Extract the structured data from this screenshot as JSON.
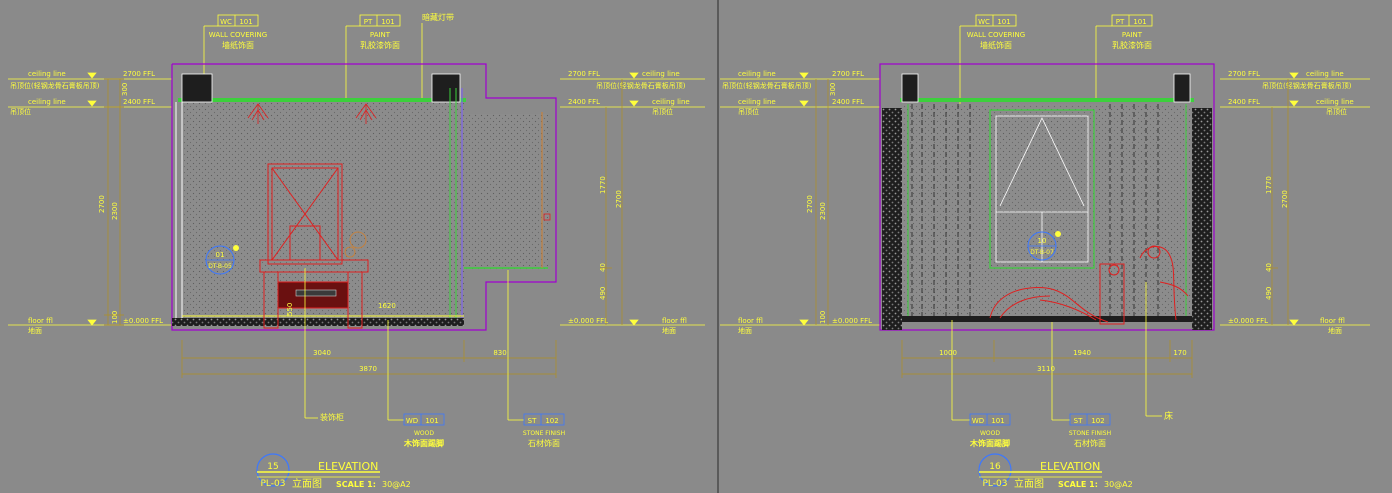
{
  "colors": {
    "background": "#8a8a8a",
    "annotation": "#ffff3c",
    "wall": "#ffffff",
    "outline": "#a000d0",
    "green": "#3cd03c",
    "red": "#e02020",
    "dimension": "#b09020",
    "callout_blue": "#3c78ff"
  },
  "left": {
    "tag_wc_code": "WC",
    "tag_wc_num": "101",
    "wc_en": "WALL COVERING",
    "wc_cn": "墙纸饰面",
    "tag_pt_code": "PT",
    "tag_pt_num": "101",
    "pt_en": "PAINT",
    "pt_cn": "乳胶漆饰面",
    "light_strip": "暗藏灯带",
    "ceiling_line_1": "ceiling line",
    "ceiling_cn_1": "吊顶位(轻钢龙骨石膏板吊顶)",
    "ceiling_line_2": "ceiling line",
    "ceiling_cn_2": "吊顶位",
    "floor_line": "floor ffl",
    "floor_cn": "地面",
    "lvl_2700": "2700 FFL",
    "lvl_2400": "2400 FFL",
    "lvl_000": "±0.000 FFL",
    "dim_300": "300",
    "dim_2700": "2700",
    "dim_2300": "2300",
    "dim_100": "100",
    "dim_1770": "1770",
    "dim_2700_r": "2700",
    "dim_40": "40",
    "dim_490": "490",
    "dim_3040": "3040",
    "dim_830": "830",
    "dim_3870": "3870",
    "dim_1620": "1620",
    "dim_550": "550",
    "callout_num": "01",
    "callout_ref": "DT-B-05",
    "label_cabinet": "装饰柜",
    "tag_wd_code": "WD",
    "tag_wd_num": "101",
    "wd_en": "WOOD",
    "wd_cn": "木饰面踢脚",
    "tag_st_code": "ST",
    "tag_st_num": "102",
    "st_en": "STONE FINISH",
    "st_cn": "石材饰面",
    "title_num": "15",
    "title_sheet": "PL-03",
    "title_en": "ELEVATION",
    "title_cn": "立面图",
    "scale_label": "SCALE 1:",
    "scale_value": "30@A2"
  },
  "right": {
    "tag_wc_code": "WC",
    "tag_wc_num": "101",
    "wc_en": "WALL COVERING",
    "wc_cn": "墙纸饰面",
    "tag_pt_code": "PT",
    "tag_pt_num": "101",
    "pt_en": "PAINT",
    "pt_cn": "乳胶漆饰面",
    "ceiling_line_1": "ceiling line",
    "ceiling_cn_1": "吊顶位(轻钢龙骨石膏板吊顶)",
    "ceiling_line_2": "ceiling line",
    "ceiling_cn_2": "吊顶位",
    "floor_line": "floor ffl",
    "floor_cn": "地面",
    "lvl_2700": "2700 FFL",
    "lvl_2400": "2400 FFL",
    "lvl_000": "±0.000 FFL",
    "dim_300": "300",
    "dim_2700": "2700",
    "dim_2300": "2300",
    "dim_100": "100",
    "dim_1770": "1770",
    "dim_2700_r": "2700",
    "dim_40": "40",
    "dim_490": "490",
    "dim_1000": "1000",
    "dim_1940": "1940",
    "dim_170": "170",
    "dim_3110": "3110",
    "callout_num": "10",
    "callout_ref": "DT-B-07",
    "tag_wd_code": "WD",
    "tag_wd_num": "101",
    "wd_en": "WOOD",
    "wd_cn": "木饰面踢脚",
    "tag_st_code": "ST",
    "tag_st_num": "102",
    "st_en": "STONE FINISH",
    "st_cn": "石材饰面",
    "label_bed": "床",
    "title_num": "16",
    "title_sheet": "PL-03",
    "title_en": "ELEVATION",
    "title_cn": "立面图",
    "scale_label": "SCALE 1:",
    "scale_value": "30@A2"
  }
}
